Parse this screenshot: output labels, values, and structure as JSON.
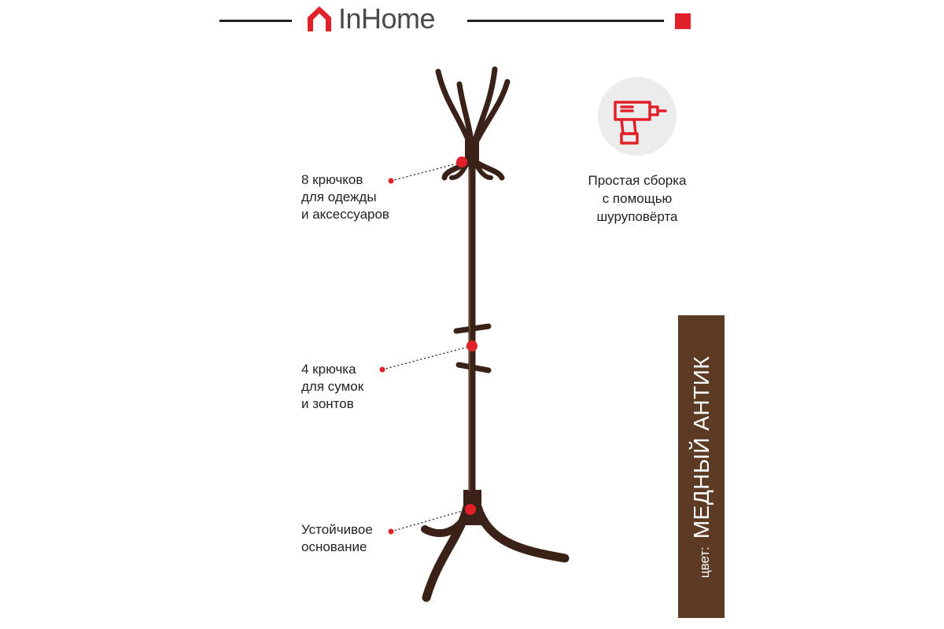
{
  "brand": {
    "name": "InHome"
  },
  "colors": {
    "accent": "#e2202a",
    "metal": "#3a2218",
    "panel": "#5c3a24"
  },
  "features": {
    "top_hooks": [
      "8 крючков",
      "для одежды",
      "и аксессуаров"
    ],
    "middle_hooks": [
      "4 крючка",
      "для сумок",
      "и зонтов"
    ],
    "base": [
      "Устойчивое",
      "основание"
    ]
  },
  "assembly": {
    "icon": "drill-icon",
    "lines": [
      "Простая сборка",
      "с помощью",
      "шуруповёрта"
    ]
  },
  "color_tag": {
    "prefix": "цвет:",
    "value": "МЕДНЫЙ АНТИК"
  }
}
